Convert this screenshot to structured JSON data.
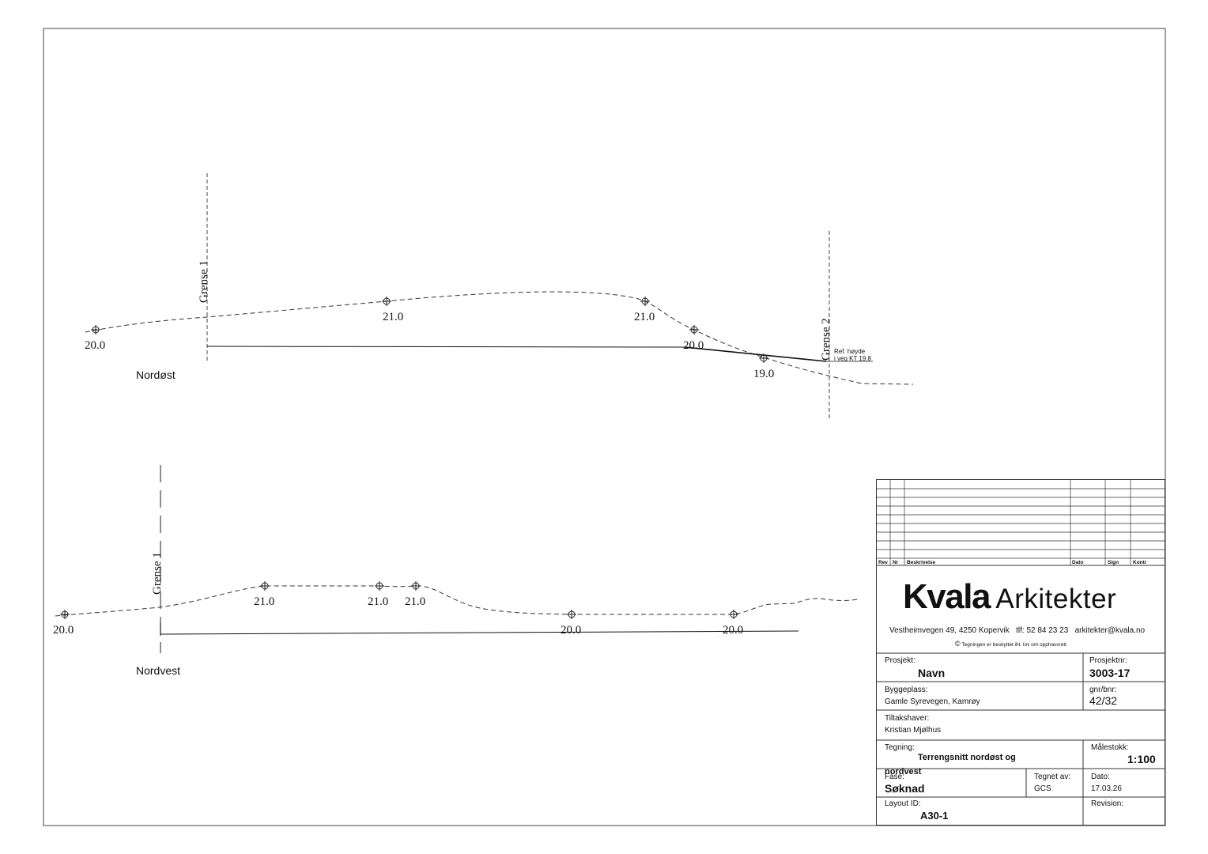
{
  "sections": [
    {
      "title": "Nordøst",
      "boundaries": [
        "Grense 1",
        "Grense 2"
      ],
      "spot_heights": [
        "20.0",
        "21.0",
        "21.0",
        "20.0",
        "19.0"
      ],
      "reference_note": [
        "Ref. høyde",
        "i veg KT 19.8"
      ]
    },
    {
      "title": "Nordvest",
      "boundaries": [
        "Grense 1"
      ],
      "spot_heights": [
        "20.0",
        "21.0",
        "21.0",
        "21.0",
        "20.0",
        "20.0"
      ]
    }
  ],
  "revision_table": {
    "headers": [
      "Rev",
      "Nr",
      "Beskrivelse",
      "Dato",
      "Sign",
      "Kontr"
    ]
  },
  "office": {
    "logo_bold": "Kvala",
    "logo_light": "Arkitekter",
    "address": "Vestheimvegen 49, 4250 Kopervik   tlf: 52 84 23 23   arkitekter@kvala.no",
    "copyright_symbol": "©",
    "copyright": "Tegningen er beskyttet iht. lov om opphavsrett"
  },
  "fields": {
    "prosjekt_label": "Prosjekt:",
    "prosjekt": "Navn",
    "prosjektnr_label": "Prosjektnr:",
    "prosjektnr": "3003-17",
    "byggeplass_label": "Byggeplass:",
    "byggeplass": "Gamle Syrevegen, Kamrøy",
    "gnrbnr_label": "gnr/bnr:",
    "gnrbnr": "42/32",
    "tiltakshaver_label": "Tiltakshaver:",
    "tiltakshaver": "Kristian Mjølhus",
    "tegning_label": "Tegning:",
    "tegning_line1": "Terrengsnitt nordøst og",
    "tegning_line2": "nordvest",
    "malestokk_label": "Målestokk:",
    "malestokk": "1:100",
    "fase_label": "Fase:",
    "fase": "Søknad",
    "tegnet_av_label": "Tegnet av:",
    "tegnet_av": "GCS",
    "dato_label": "Dato:",
    "dato": "17.03.26",
    "layout_label": "Layout ID:",
    "layout": "A30-1",
    "revisjon_label": "Revision:"
  }
}
